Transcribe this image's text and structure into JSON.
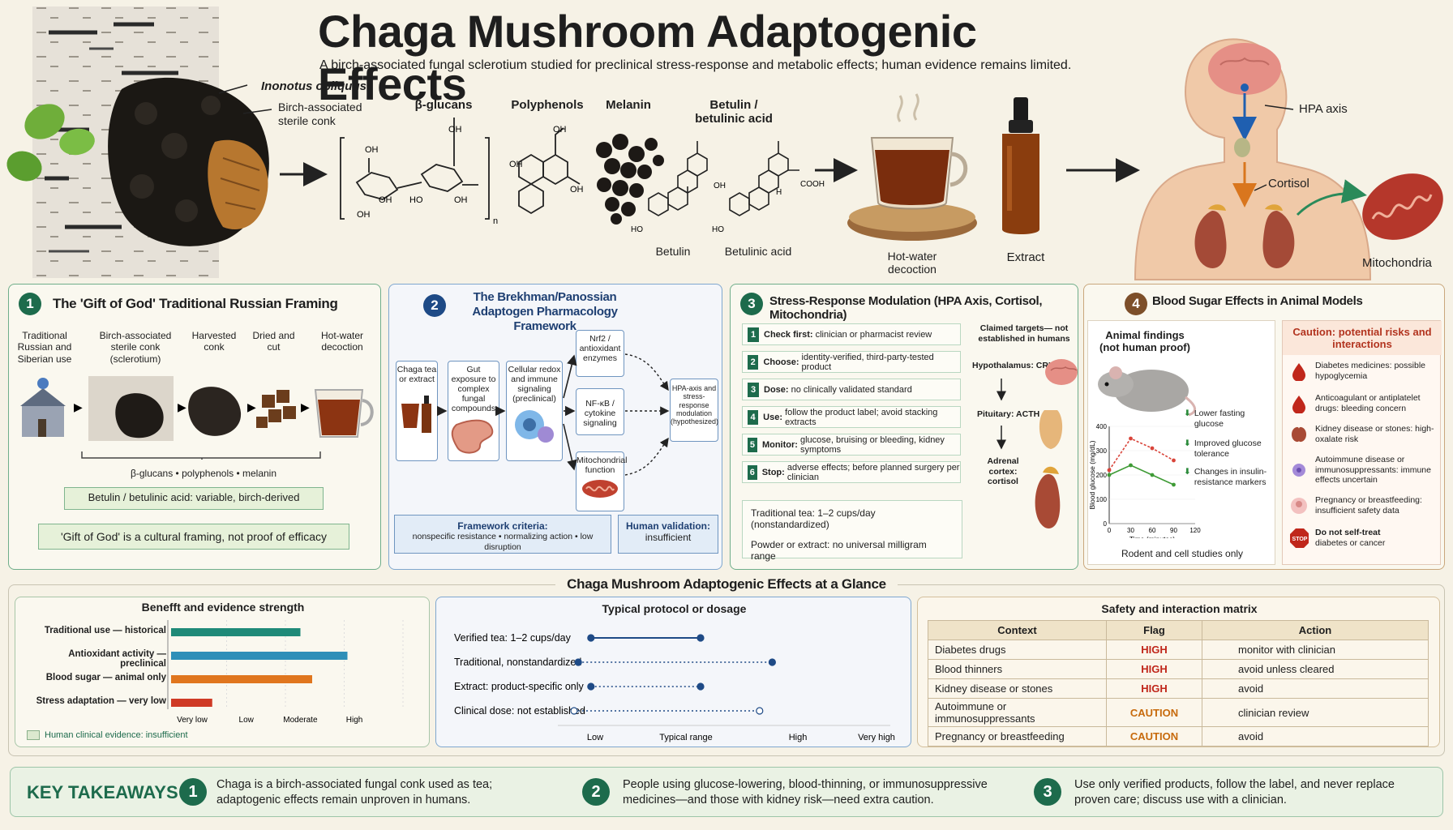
{
  "header": {
    "title": "Chaga Mushroom Adaptogenic Effects",
    "subtitle": "A birch-associated fungal sclerotium studied for preclinical stress-response and metabolic effects; human evidence remains limited."
  },
  "hero": {
    "species": "Inonotus obliquus",
    "conk_label": "Birch-associated sterile conk",
    "compounds": [
      "β-glucans",
      "Polyphenols",
      "Melanin",
      "Betulin / betulinic acid"
    ],
    "betulin": "Betulin",
    "betulinic": "Betulinic acid",
    "decoction": "Hot-water decoction",
    "extract": "Extract",
    "hpa": "HPA axis",
    "cortisol": "Cortisol",
    "mito": "Mitochondria",
    "chem_oh": "OH",
    "chem_cooh": "COOH",
    "chem_ho": "HO",
    "chem_h": "H",
    "chem_n": "n"
  },
  "panel1": {
    "num": "1",
    "title": "The 'Gift of God' Traditional Russian Framing",
    "steps": [
      "Traditional Russian and Siberian use",
      "Birch-associated sterile conk (sclerotium)",
      "Harvested conk",
      "Dried and cut",
      "Hot-water decoction"
    ],
    "components": "β-glucans  •  polyphenols  •  melanin",
    "betulin_box": "Betulin / betulinic acid: variable, birch-derived",
    "gift_box": "'Gift of God' is a cultural framing, not proof of efficacy"
  },
  "panel2": {
    "num": "2",
    "title": "The Brekhman/Panossian Adaptogen Pharmacology Framework",
    "boxes": {
      "tea": "Chaga tea or extract",
      "gut": "Gut exposure to complex fungal compounds",
      "cell": "Cellular redox and immune signaling (preclinical)",
      "nrf2": "Nrf2 / antioxidant enzymes",
      "nfkb": "NF-κB / cytokine signaling",
      "mito": "Mitochondrial function",
      "hpa": "HPA-axis and stress-response modulation (hypothesized)"
    },
    "criteria_title": "Framework criteria:",
    "criteria_text": "nonspecific resistance • normalizing action • low disruption",
    "validation_title": "Human validation:",
    "validation_text": "insufficient"
  },
  "panel3": {
    "num": "3",
    "title": "Stress-Response Modulation (HPA Axis, Cortisol, Mitochondria)",
    "steps": [
      {
        "n": "1",
        "b": "Check first:",
        "t": "clinician or pharmacist review"
      },
      {
        "n": "2",
        "b": "Choose:",
        "t": "identity-verified, third-party-tested product"
      },
      {
        "n": "3",
        "b": "Dose:",
        "t": "no clinically validated standard"
      },
      {
        "n": "4",
        "b": "Use:",
        "t": "follow the product label; avoid stacking extracts"
      },
      {
        "n": "5",
        "b": "Monitor:",
        "t": "glucose, bruising or bleeding, kidney symptoms"
      },
      {
        "n": "6",
        "b": "Stop:",
        "t": "adverse effects; before planned surgery per clinician"
      }
    ],
    "tea_note": "Traditional tea: 1–2 cups/day (nonstandardized)",
    "powder_note": "Powder or extract: no universal milligram range",
    "claimed": "Claimed targets— not established in humans",
    "hypo": "Hypothalamus: CRH",
    "pit": "Pituitary: ACTH",
    "adrenal": "Adrenal cortex: cortisol"
  },
  "panel4": {
    "num": "4",
    "title": "Blood Sugar Effects in Animal Models",
    "animal_title": "Animal findings (not human proof)",
    "findings": [
      "Lower fasting glucose",
      "Improved glucose tolerance",
      "Changes in insulin-resistance markers"
    ],
    "rodent_note": "Rodent and cell studies only",
    "caution_title": "Caution: potential risks and interactions",
    "risks": [
      {
        "b": "Diabetes medicines:",
        "t": "possible hypoglycemia"
      },
      {
        "b": "Anticoagulant or antiplatelet drugs:",
        "t": "bleeding concern"
      },
      {
        "b": "Kidney disease or stones:",
        "t": "high-oxalate risk"
      },
      {
        "b": "Autoimmune disease or immunosuppressants:",
        "t": "immune effects uncertain"
      },
      {
        "b": "Pregnancy or breastfeeding:",
        "t": "insufficient safety data"
      },
      {
        "b": "Do not self-treat",
        "t": "diabetes or cancer"
      }
    ],
    "stop_sign": "STOP"
  },
  "chart_data": {
    "type": "line",
    "xlabel": "Time (minutes)",
    "ylabel": "Blood glucose (mg/dL)",
    "x": [
      0,
      30,
      60,
      90,
      120
    ],
    "xticks": [
      "0",
      "30",
      "60",
      "90",
      "120"
    ],
    "yticks": [
      "0",
      "100",
      "200",
      "300",
      "400"
    ],
    "ylim": [
      0,
      400
    ],
    "series": [
      {
        "name": "",
        "color": "#d9443a",
        "values": [
          220,
          350,
          310,
          260,
          null
        ]
      },
      {
        "name": "",
        "color": "#3f9b36",
        "values": [
          200,
          240,
          200,
          160,
          null
        ]
      }
    ]
  },
  "glance": {
    "title": "Chaga Mushroom Adaptogenic Effects at a Glance",
    "evidence": {
      "title": "Benefft and evidence strength",
      "rows": [
        {
          "label": "Traditional use — historical",
          "value": 2.2,
          "color": "#1f8a78"
        },
        {
          "label": "Antioxidant activity — preclinical",
          "value": 3.0,
          "color": "#2e8fb8"
        },
        {
          "label": "Blood sugar — animal only",
          "value": 2.4,
          "color": "#e0761e"
        },
        {
          "label": "Stress adaptation — very low",
          "value": 0.7,
          "color": "#cf3a25"
        }
      ],
      "scale": [
        "Very low",
        "Low",
        "Moderate",
        "High"
      ],
      "legend": "Human clinical evidence: insufficient"
    },
    "protocol": {
      "title": "Typical protocol or dosage",
      "rows": [
        {
          "label": "Verified tea: 1–2 cups/day",
          "from": 1.2,
          "to": 2.5,
          "style": "solid"
        },
        {
          "label": "Traditional, nonstandardized",
          "from": 1.05,
          "to": 3.35,
          "style": "dotted"
        },
        {
          "label": "Extract: product-specific only",
          "from": 1.2,
          "to": 2.5,
          "style": "dotted"
        },
        {
          "label": "Clinical dose: not established",
          "from": 1.0,
          "to": 3.2,
          "style": "open"
        }
      ],
      "scale": [
        "Low",
        "Typical range",
        "High",
        "Very high"
      ]
    },
    "matrix": {
      "title": "Safety and interaction matrix",
      "headers": [
        "Context",
        "Flag",
        "Action"
      ],
      "rows": [
        {
          "c": "Diabetes drugs",
          "f": "HIGH",
          "a": "monitor with clinician"
        },
        {
          "c": "Blood thinners",
          "f": "HIGH",
          "a": "avoid unless cleared"
        },
        {
          "c": "Kidney disease or stones",
          "f": "HIGH",
          "a": "avoid"
        },
        {
          "c": "Autoimmune or immunosuppressants",
          "f": "CAUTION",
          "a": "clinician review"
        },
        {
          "c": "Pregnancy or breastfeeding",
          "f": "CAUTION",
          "a": "avoid"
        }
      ]
    }
  },
  "takeaways": {
    "label": "KEY TAKEAWAYS",
    "items": [
      {
        "n": "1",
        "t": "Chaga is a birch-associated fungal conk used as tea; adaptogenic effects remain unproven in humans."
      },
      {
        "n": "2",
        "t": "People using glucose-lowering, blood-thinning, or immunosuppressive medicines—and those with kidney risk—need extra caution."
      },
      {
        "n": "3",
        "t": "Use only verified products, follow the label, and never replace proven care; discuss use with a clinician."
      }
    ]
  },
  "colors": {
    "green": "#1d6b4c",
    "blue": "#1e4a86",
    "red": "#c0271b",
    "orange": "#c76a0c"
  }
}
